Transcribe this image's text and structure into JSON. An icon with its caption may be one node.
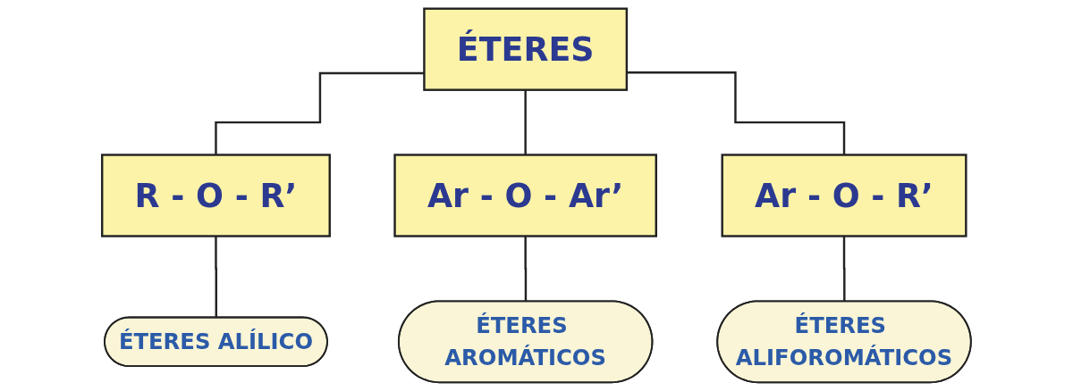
{
  "diagram": {
    "nodes": [
      {
        "text": [
          "ÉTERES"
        ]
      },
      {
        "text": [
          "R - O - R’"
        ]
      },
      {
        "text": [
          "Ar - O - Ar’"
        ]
      },
      {
        "text": [
          "Ar - O - R’"
        ]
      },
      {
        "text": [
          "ÉTERES ALÍLICO"
        ]
      },
      {
        "text": [
          "ÉTERES AROMÁTICOS"
        ]
      },
      {
        "text": [
          "ÉTERES ALIFOROMÁTICOS"
        ]
      }
    ],
    "edges": [
      {
        "from": 0,
        "to": 1,
        "arrow": "none"
      },
      {
        "from": 0,
        "to": 2,
        "arrow": "none"
      },
      {
        "from": 0,
        "to": 3,
        "arrow": "none"
      },
      {
        "from": 1,
        "to": 4,
        "arrow": "none"
      },
      {
        "from": 2,
        "to": 5,
        "arrow": "none"
      },
      {
        "from": 3,
        "to": 6,
        "arrow": "none"
      }
    ]
  }
}
